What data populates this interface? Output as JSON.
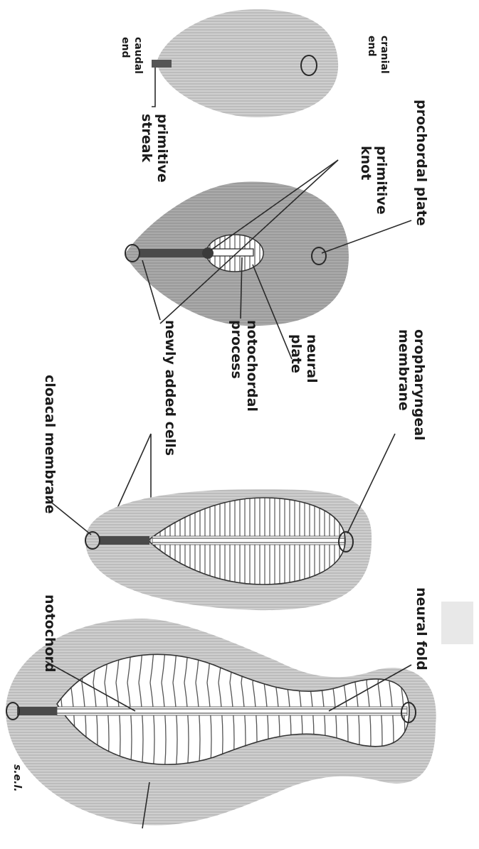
{
  "labels": {
    "cranial_end": [
      "cranial",
      "end"
    ],
    "caudal_end": [
      "caudal",
      "end"
    ],
    "primitive_streak": [
      "primitive",
      "streak"
    ],
    "prochordal_plate": "prochordal plate",
    "primitive_knot": [
      "primitive",
      "knot"
    ],
    "newly_added_cells": "newly added cells",
    "notochordal_process": [
      "notochordal",
      "process"
    ],
    "neural_plate": [
      "neural",
      "plate"
    ],
    "oropharyngeal_membrane": [
      "oropharyngeal",
      "membrane"
    ],
    "cloacal_membrane": "cloacal membrane",
    "neural_fold": "neural fold",
    "notochord": "notochord",
    "signature": "s.e.l."
  },
  "colors": {
    "disc_light": "#c7c7c7",
    "disc_dark": "#a9a9a9",
    "hatch": "#8a8a8a",
    "neural_fill": "#ffffff",
    "ink": "#222222"
  }
}
